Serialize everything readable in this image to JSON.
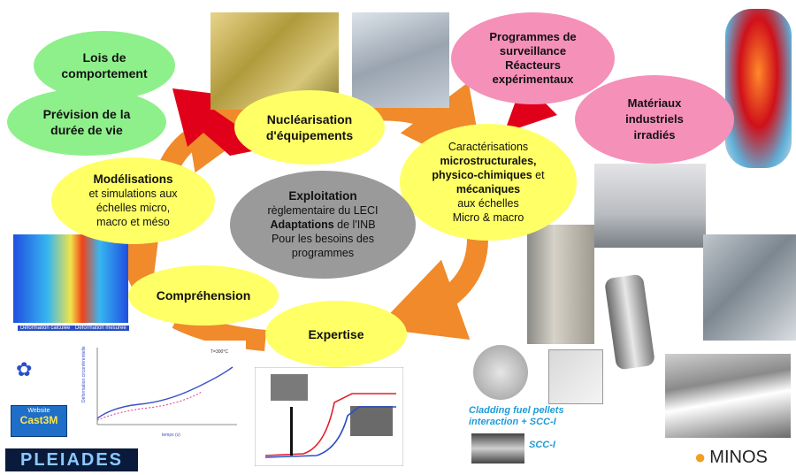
{
  "center": {
    "line1": "Exploitation",
    "line2": "règlementaire du LECI",
    "line3_bold": "Adaptations",
    "line3_rest": " de l'INB",
    "line4": "Pour les besoins des",
    "line5": "programmes"
  },
  "nuclearisation": {
    "line1": "Nucléarisation",
    "line2": "d'équipements"
  },
  "caracterisations": {
    "line1": "Caractérisations",
    "line2": "microstructurales,",
    "line3_bold": "physico-chimiques",
    "line3_rest": " et",
    "line4": "mécaniques",
    "line5": "aux échelles",
    "line6": "Micro & macro"
  },
  "expertise": {
    "label": "Expertise"
  },
  "comprehension": {
    "label": "Compréhension"
  },
  "modelisations": {
    "line1": "Modélisations",
    "line2": "et simulations aux",
    "line3": "échelles micro,",
    "line4": "macro et méso"
  },
  "lois": {
    "line1": "Lois de",
    "line2": "comportement"
  },
  "prevision": {
    "line1": "Prévision de la",
    "line2": "durée de vie"
  },
  "programmes": {
    "line1": "Programmes de",
    "line2": "surveillance",
    "line3": "Réacteurs",
    "line4": "expérimentaux"
  },
  "materiaux": {
    "line1": "Matériaux",
    "line2": "industriels",
    "line3": "irradiés"
  },
  "captions": {
    "cladding1": "Cladding fuel pellets",
    "cladding2": "interaction + SCC-I",
    "scc": "SCC-I",
    "fem_left": "Déformation calculée",
    "fem_right": "Déformation mesurée",
    "chart_xlabel": "temps (s)",
    "chart_ylabel": "Déformation circonférentielle",
    "chart_temp": "T=300°C"
  },
  "logos": {
    "website": "Website",
    "cast3m": "Cast3M",
    "pleiades": "PLEIADES",
    "minos": "MINOS"
  },
  "colors": {
    "yellow": "#ffff66",
    "green": "#8ef08a",
    "pink": "#f590b8",
    "gray": "#9a9a9a",
    "orange_arrow": "#f08a2a",
    "red_arrow": "#e0001a"
  }
}
